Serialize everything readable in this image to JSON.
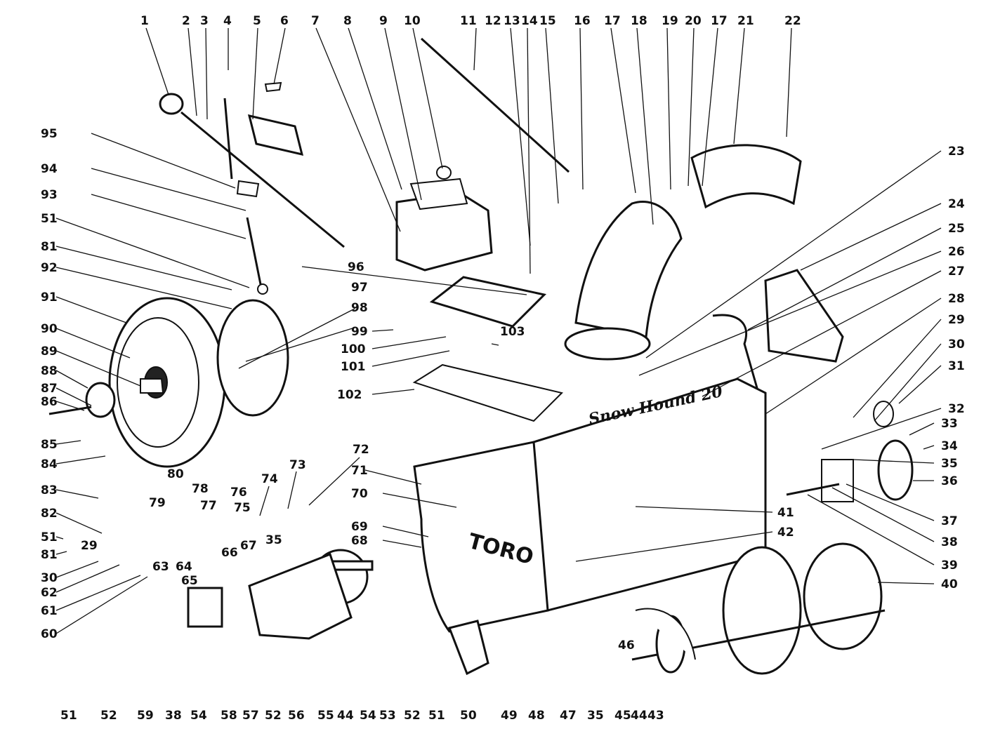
{
  "labels": {
    "top": [
      "1",
      "2",
      "3",
      "4",
      "5",
      "6",
      "7",
      "8",
      "9",
      "10",
      "11",
      "12",
      "13",
      "14",
      "15",
      "16",
      "17",
      "18",
      "19",
      "20",
      "17",
      "21",
      "22"
    ],
    "left": [
      "95",
      "94",
      "93",
      "51",
      "81",
      "92",
      "91",
      "90",
      "89",
      "88",
      "87",
      "86",
      "85",
      "84",
      "83",
      "82",
      "51",
      "81",
      "29",
      "30",
      "62",
      "61",
      "60"
    ],
    "right": [
      "23",
      "24",
      "25",
      "26",
      "27",
      "28",
      "29",
      "30",
      "31",
      "32",
      "33",
      "34",
      "35",
      "36",
      "37",
      "38",
      "39",
      "40",
      "41",
      "42"
    ],
    "bottom": [
      "51",
      "52",
      "59",
      "38",
      "54",
      "58",
      "57",
      "52",
      "56",
      "55",
      "44",
      "54",
      "53",
      "52",
      "51",
      "50",
      "49",
      "48",
      "47",
      "35",
      "45",
      "44",
      "43"
    ],
    "inner": [
      "96",
      "97",
      "98",
      "99",
      "100",
      "101",
      "102",
      "103",
      "72",
      "71",
      "70",
      "69",
      "68",
      "73",
      "74",
      "75",
      "76",
      "77",
      "78",
      "79",
      "80",
      "63",
      "64",
      "65",
      "66",
      "67",
      "35",
      "46"
    ]
  },
  "decals": {
    "housing_brand": "Snow Hound 20",
    "housing_logo": "TORO"
  }
}
